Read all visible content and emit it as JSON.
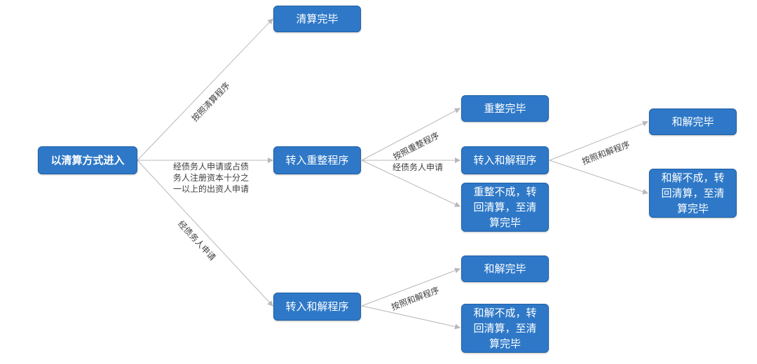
{
  "nodes": {
    "root": "以清算方式进入",
    "qs_done": "清算完毕",
    "reorg": "转入重整程序",
    "reorg_done": "重整完毕",
    "reorg_to_settle": "转入和解程序",
    "reorg_fail": "重整不成，转\n回清算，至清\n算完毕",
    "settle_done_a": "和解完毕",
    "settle_fail_a": "和解不成，转\n回清算，至清\n算完毕",
    "settle": "转入和解程序",
    "settle_done_b": "和解完毕",
    "settle_fail_b": "和解不成，转\n回清算，至清\n算完毕"
  },
  "edge_labels": {
    "by_qs": "按照清算程序",
    "creditor_apply": "经债务人申请或占债\n务人注册资本十分之\n一以上的出资人申请",
    "debtor_apply_down": "经债务人申请",
    "by_reorg": "按照重整程序",
    "debtor_apply_mid": "经债务人申请",
    "by_settle_a": "按照和解程序",
    "by_settle_b": "按照和解程序"
  },
  "colors": {
    "node_fill": "#2e78c7",
    "node_text": "#ffffff",
    "edge": "#b8b8b8",
    "label": "#404040"
  }
}
